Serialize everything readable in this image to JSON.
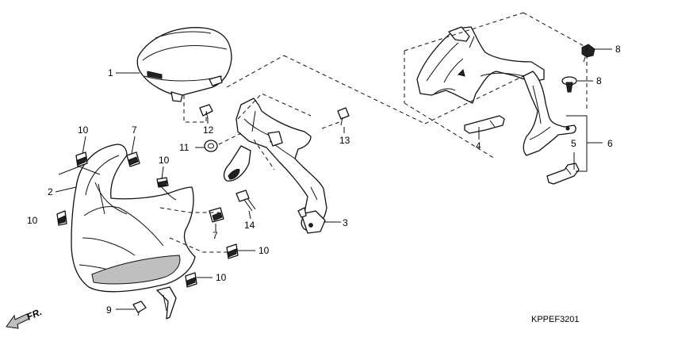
{
  "callouts": {
    "p1": "1",
    "p2": "2",
    "p3": "3",
    "p4": "4",
    "p5": "5",
    "p6": "6",
    "p7a": "7",
    "p7b": "7",
    "p8a": "8",
    "p8b": "8",
    "p9": "9",
    "p10a": "10",
    "p10b": "10",
    "p10c": "10",
    "p10d": "10",
    "p10e": "10",
    "p11": "11",
    "p12": "12",
    "p13": "13",
    "p14": "14"
  },
  "diagram_code": "KPPEF3201",
  "front_arrow": {
    "label": "FR."
  }
}
